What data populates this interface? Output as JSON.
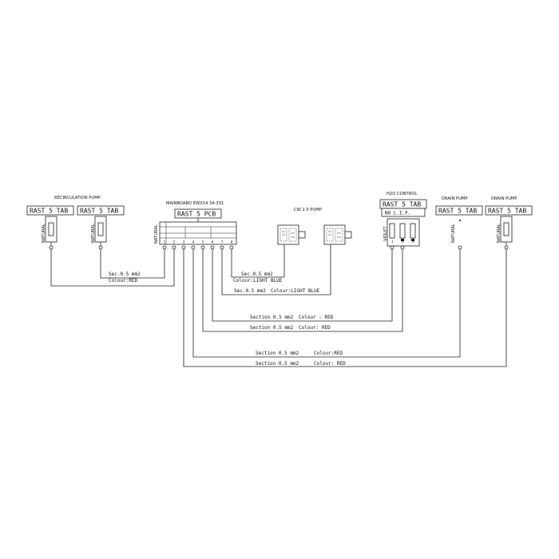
{
  "components": {
    "recirc_pump": {
      "title": "RECIRCULATION PUMP",
      "tab_a": "RAST 5 TAB",
      "tab_b": "RAST 5 TAB",
      "wire_a": "NATURAL",
      "wire_b": "NATURAL"
    },
    "mainboard": {
      "title": "MAINBOARD EWX14 34-331",
      "tab": "RAST 5 PCB",
      "wire": "NATURAL",
      "pins": [
        "1",
        "2",
        "3",
        "4",
        "5",
        "6",
        "7",
        "8"
      ]
    },
    "cw_pump": {
      "title": "CW 2.0 PUMP"
    },
    "h2o_control": {
      "title": "H2O CONTROL",
      "tab": "RAST 5 TAB",
      "sub": "NO L.I.F.",
      "wire": "VIOLET",
      "pins": [
        "1",
        "2",
        "3"
      ]
    },
    "drain_pump_1": {
      "title": "DRAIN PUMP",
      "tab": "RAST 5 TAB",
      "wire": "NATURAL"
    },
    "drain_pump_2": {
      "title": "DRAIN PUMP",
      "tab": "RAST 5 TAB",
      "wire": "NATURAL"
    }
  },
  "wires": {
    "w1": {
      "section": "Sec.0.5 mm2",
      "colour": "Colour:RED"
    },
    "w2": {
      "section": "Sec.0.5 mm2",
      "colour": "Colour:LIGHT BLUE"
    },
    "w3": {
      "section": "Sec.0.5 mm2",
      "colour": "Colour:LIGHT BLUE"
    },
    "w4": {
      "section": "Section 0.5 mm2",
      "colour": "Colour : RED"
    },
    "w5": {
      "section": "Section 0.5 mm2",
      "colour": "Colour: RED"
    },
    "w6": {
      "section": "Section 0.5 mm2",
      "colour": "Colour:RED"
    },
    "w7": {
      "section": "Section 0.5 mm2",
      "colour": "Colour: RED"
    }
  }
}
